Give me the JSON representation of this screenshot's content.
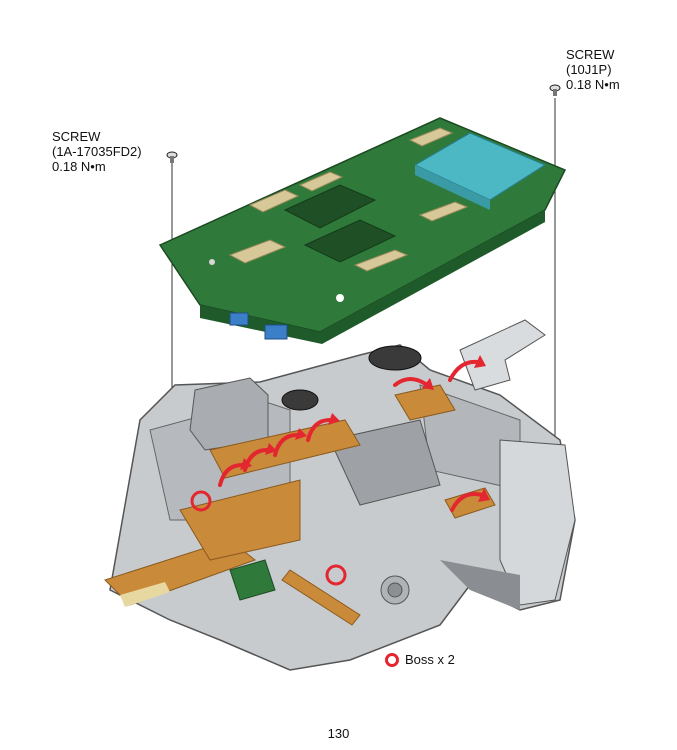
{
  "callouts": {
    "left": {
      "title": "SCREW",
      "part": "(1A-17035FD2)",
      "torque": "0.18 N•m"
    },
    "right": {
      "title": "SCREW",
      "part": "(10J1P)",
      "torque": "0.18 N•m"
    }
  },
  "legend": {
    "label": "Boss x 2",
    "color": "#e3262f"
  },
  "page_number": "130",
  "colors": {
    "pcb": "#2f7a3a",
    "flex": "#c98a3a",
    "chassis": "#bfc3c7",
    "sd_slot": "#4cb8c4",
    "arrow": "#e3262f"
  }
}
